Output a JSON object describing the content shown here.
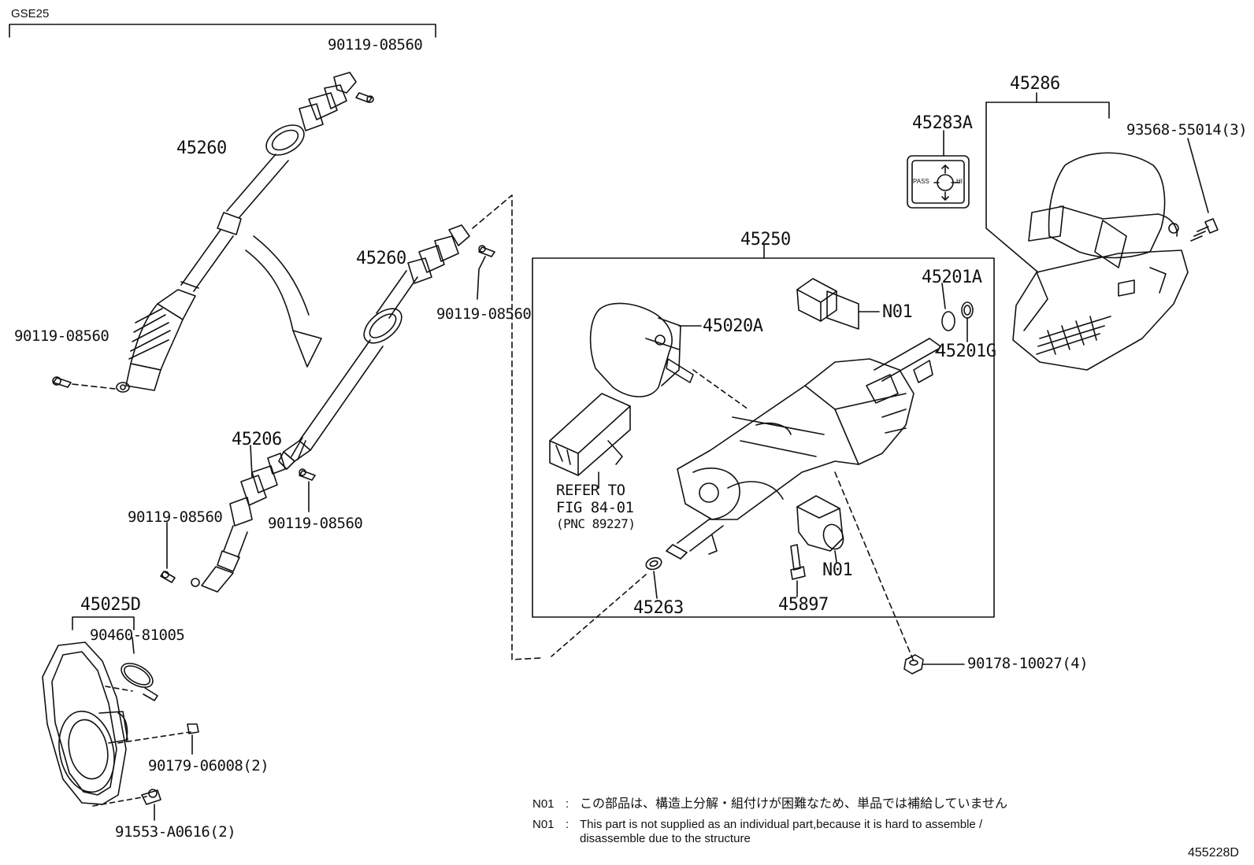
{
  "header": {
    "model_code": "GSE25"
  },
  "labels": {
    "p90119_a": "90119-08560",
    "p45260_a": "45260",
    "p90119_b": "90119-08560",
    "p45260_b": "45260",
    "p90119_c": "90119-08560",
    "p45206": "45206",
    "p90119_d": "90119-08560",
    "p90119_e": "90119-08560",
    "p45025D": "45025D",
    "p90460": "90460-81005",
    "p90179": "90179-06008(2)",
    "p91553": "91553-A0616(2)",
    "p45250": "45250",
    "p45020A": "45020A",
    "pN01_a": "N01",
    "p45201A": "45201A",
    "p45201G": "45201G",
    "refer_line1": "REFER TO",
    "refer_line2": "FIG 84-01",
    "refer_line3": "(PNC 89227)",
    "pN01_b": "N01",
    "p45263": "45263",
    "p45897": "45897",
    "p90178": "90178-10027(4)",
    "p45286": "45286",
    "p45283A": "45283A",
    "p93568": "93568-55014(3)",
    "switch_pass": "PASS",
    "switch_hi": "HI"
  },
  "notes": {
    "jp_code": "N01",
    "jp_sep": ":",
    "jp_text": "この部品は、構造上分解・組付けが困難なため、単品では補給していません",
    "en_code": "N01",
    "en_sep": ":",
    "en_text_1": "This part is not supplied as an individual part,because it is hard to assemble /",
    "en_text_2": "disassemble due to the structure"
  },
  "footer": {
    "figure_id": "455228D"
  }
}
